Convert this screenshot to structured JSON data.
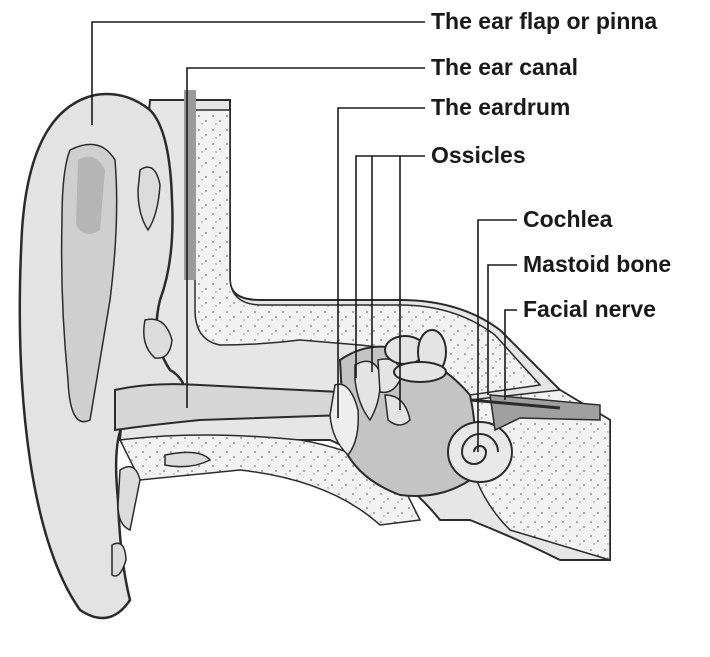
{
  "labels": {
    "pinna": "The ear flap or pinna",
    "canal": "The ear canal",
    "eardrum": "The eardrum",
    "ossicles": "Ossicles",
    "cochlea": "Cochlea",
    "mastoid": "Mastoid bone",
    "facial": "Facial nerve"
  },
  "colors": {
    "outline": "#2b2b2b",
    "tissue": "#e3e3e3",
    "bone": "#efefef",
    "canal_shadow": "#c9c9c9",
    "cavity": "#bdbdbd",
    "leader": "#1a1a1a"
  }
}
